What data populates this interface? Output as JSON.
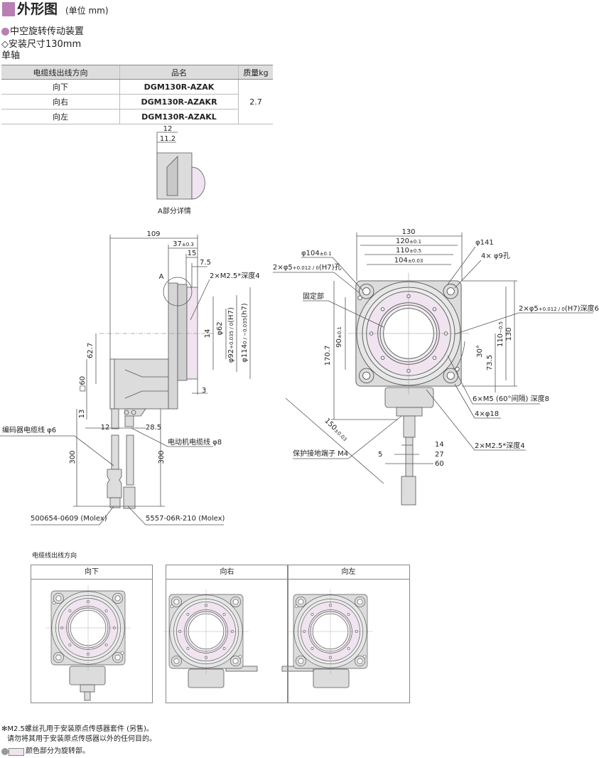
{
  "header": {
    "title": "外形图",
    "unit": "(单位 mm)",
    "accent": "#b87fb5"
  },
  "product": {
    "category": "中空旋转传动装置",
    "size": "◇安装尺寸130mm",
    "type": "单轴"
  },
  "table": {
    "headers": [
      "电缆线出线方向",
      "品名",
      "质量kg"
    ],
    "rows": [
      {
        "dir": "向下",
        "name": "DGM130R-AZAK"
      },
      {
        "dir": "向右",
        "name": "DGM130R-AZAKR"
      },
      {
        "dir": "向左",
        "name": "DGM130R-AZAKL"
      }
    ],
    "mass": "2.7"
  },
  "detail_a": {
    "d1": "12",
    "d2": "11.2",
    "caption": "A部分详情"
  },
  "side_view": {
    "len": "109",
    "d37": "37",
    "d37_tol": "±0.3",
    "d15": "15",
    "d7_5": "7.5",
    "mark_a": "A",
    "m25": "2×M2.5*深度4",
    "h7": "(H7)",
    "phi62": "φ62",
    "d14": "14",
    "phi92": "φ92",
    "phi92_tol": "+0.035 / 0",
    "phi114": "φ114",
    "phi114_tol": "0 / −0.035",
    "h7b": "(h7)",
    "d62_7": "62.7",
    "sq60": "□60",
    "d3": "3",
    "d13": "13",
    "d12": "12",
    "d28_5": "28.5",
    "enc_cable": "编码器电缆线 φ6",
    "mot_cable": "电动机电缆线 φ8",
    "len300a": "300",
    "len300b": "300",
    "conn1": "500654-0609 (Molex)",
    "conn2": "5557-06R-210 (Molex)"
  },
  "front_view": {
    "w130": "130",
    "w120": "120",
    "w120_tol": "±0.1",
    "w110": "110",
    "w110_tol": "±0.5",
    "w104": "104",
    "w104_tol": "±0.03",
    "phi141": "φ141",
    "holes9": "4× φ9孔",
    "phi104": "φ104",
    "phi104_tol": "±0.1",
    "pin_hole": "2×φ5",
    "pin_tol": "+0.012 / 0",
    "pin_hole_suffix": "(H7)孔",
    "fixed": "固定部",
    "pin6": "2×φ5",
    "pin6_tol": "+0.012 / 0",
    "pin6_suffix": "(H7)深度6",
    "h130": "130",
    "h110": "110",
    "h110_tol": "−0.5",
    "h90": "90",
    "h90_tol": "±0.1",
    "h170_7": "170.7",
    "ang30": "30°",
    "h73_5": "73.5",
    "m5": "6×M5 (60°间隔) 深度8",
    "phi18": "4×φ18",
    "diag150": "150",
    "diag150_tol": "±0.03",
    "m25": "2×M2.5*深度4",
    "b14": "14",
    "b27": "27",
    "b60": "60",
    "b5": "5",
    "ground": "保护接地端子 M4"
  },
  "directions": {
    "title": "电缆线出线方向",
    "down": "向下",
    "right": "向右",
    "left": "向左"
  },
  "notes": {
    "n1": "✻M2.5螺丝孔用于安装原点传感器套件 (另售)。",
    "n2": "请勿将其用于安装原点传感器以外的任何目的。",
    "n3": "颜色部分为旋转部。",
    "rotating_color": "#efe4ef"
  }
}
